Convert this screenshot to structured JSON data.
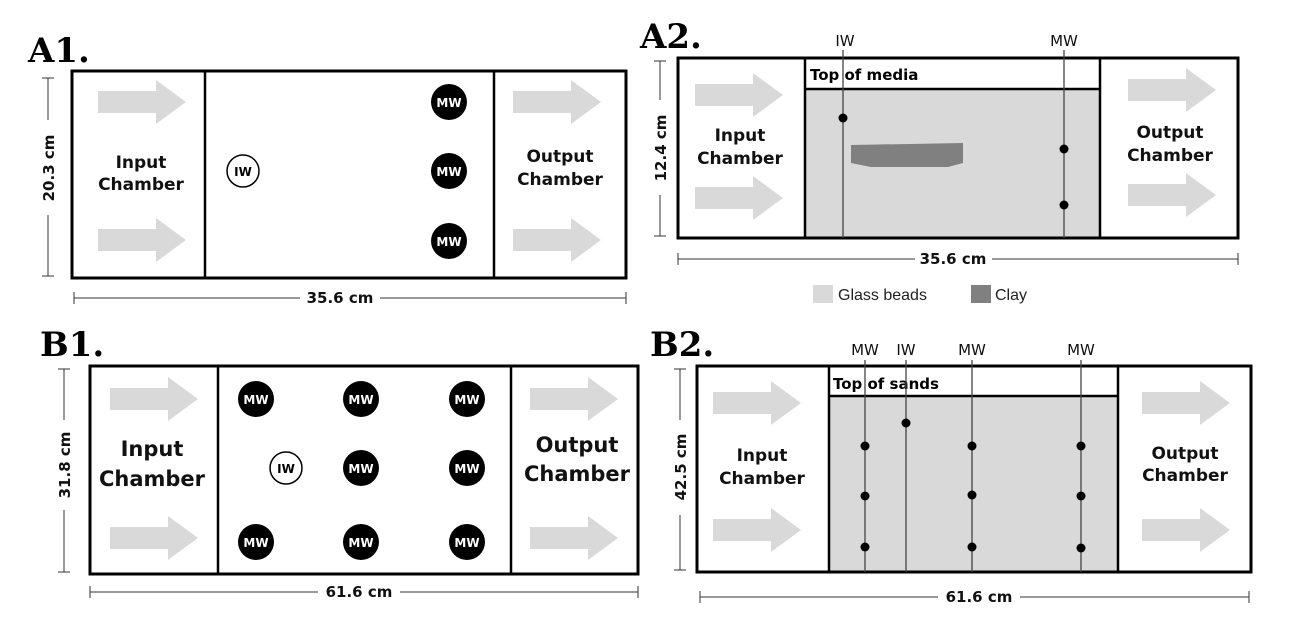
{
  "panels": {
    "a1": {
      "label": "A1.",
      "input": [
        "Input",
        "Chamber"
      ],
      "output": [
        "Output",
        "Chamber"
      ],
      "height": "20.3 cm",
      "width": "35.6 cm",
      "iw": "IW",
      "mw": "MW"
    },
    "a2": {
      "label": "A2.",
      "input": [
        "Input",
        "Chamber"
      ],
      "output": [
        "Output",
        "Chamber"
      ],
      "height": "12.4 cm",
      "width": "35.6 cm",
      "top": "Top of media",
      "well_labels": [
        "IW",
        "MW"
      ]
    },
    "b1": {
      "label": "B1.",
      "input": [
        "Input",
        "Chamber"
      ],
      "output": [
        "Output",
        "Chamber"
      ],
      "height": "31.8 cm",
      "width": "61.6 cm",
      "iw": "IW",
      "mw": "MW"
    },
    "b2": {
      "label": "B2.",
      "input": [
        "Input",
        "Chamber"
      ],
      "output": [
        "Output",
        "Chamber"
      ],
      "height": "42.5 cm",
      "width": "61.6 cm",
      "top": "Top of sands",
      "well_labels": [
        "MW",
        "IW",
        "MW",
        "MW"
      ]
    }
  },
  "legend": {
    "glass_beads": "Glass beads",
    "clay": "Clay",
    "glass_color": "#d9d9d9",
    "clay_color": "#808080"
  }
}
